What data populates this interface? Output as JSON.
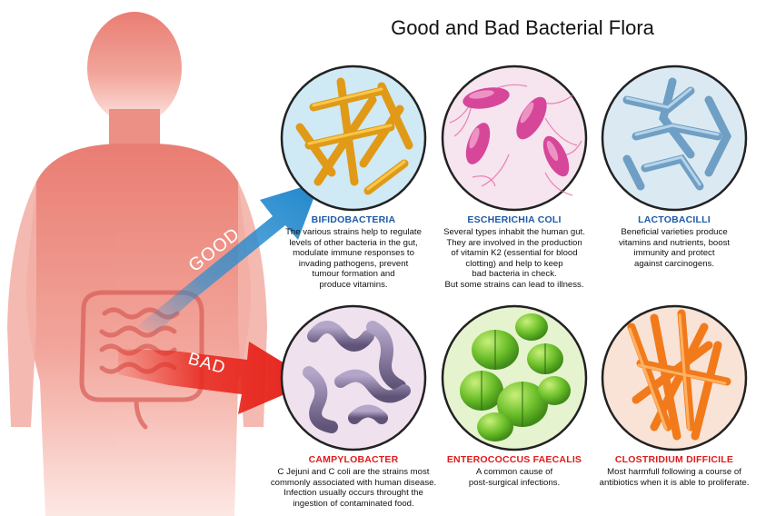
{
  "title": "Good and Bad Bacterial Flora",
  "arrows": {
    "good_label": "GOOD",
    "bad_label": "BAD"
  },
  "colors": {
    "good": "#1e5aa8",
    "bad": "#e01b1b",
    "good_arrow": "#2a8fd0",
    "bad_arrow": "#e8281e"
  },
  "bacteria": [
    {
      "name": "BIFIDOBACTERIA",
      "type": "good",
      "lines": [
        "The various strains help to regulate",
        "levels of other bacteria in the gut,",
        "modulate immune responses to",
        "invading pathogens, prevent",
        "tumour formation and",
        "produce vitamins."
      ]
    },
    {
      "name": "ESCHERICHIA COLI",
      "type": "good",
      "lines": [
        "Several types inhabit the human gut.",
        "They are involved in the production",
        "of vitamin K2 (essential for blood",
        "clotting) and help to keep",
        "bad bacteria in check.",
        "But some strains can lead to illness."
      ]
    },
    {
      "name": "LACTOBACILLI",
      "type": "good",
      "lines": [
        "Beneficial varieties produce",
        "vitamins and nutrients, boost",
        "immunity and protect",
        "against carcinogens."
      ]
    },
    {
      "name": "CAMPYLOBACTER",
      "type": "bad",
      "lines": [
        "C Jejuni and C coli are the strains most",
        "commonly associated with human disease.",
        "Infection usually occurs throught the",
        "ingestion of contaminated food."
      ]
    },
    {
      "name": "ENTEROCOCCUS FAECALIS",
      "type": "bad",
      "lines": [
        "A common cause of",
        "post-surgical infections."
      ]
    },
    {
      "name": "CLOSTRIDIUM DIFFICILE",
      "type": "bad",
      "lines": [
        "Most harmfull following a course of",
        "antibiotics when it is able to proliferate."
      ]
    }
  ]
}
